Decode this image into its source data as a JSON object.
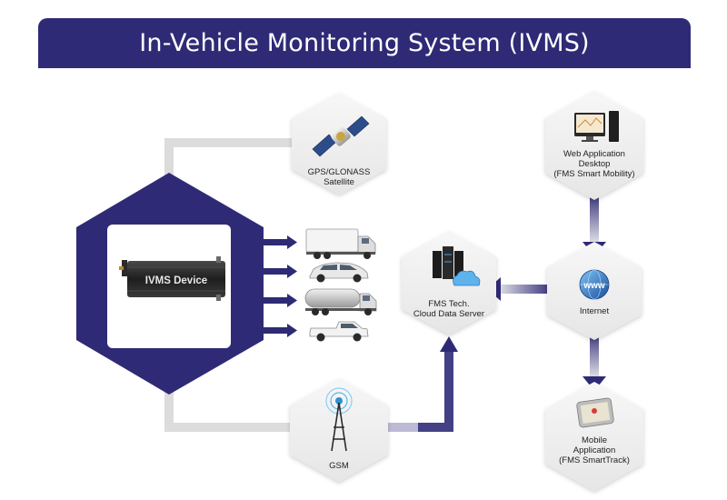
{
  "title": "In-Vehicle Monitoring System (IVMS)",
  "device_label": "IVMS Device",
  "colors": {
    "banner": "#2f2a75",
    "primary": "#2f2a75",
    "node_fill": "#eeeeee",
    "arrow_light": "#dcdcdc"
  },
  "nodes": {
    "satellite": {
      "lines": [
        "GPS/GLONASS",
        "Satellite"
      ],
      "icon": "satellite-icon"
    },
    "server": {
      "lines": [
        "FMS Tech.",
        "Cloud Data Server"
      ],
      "icon": "server-cloud-icon"
    },
    "internet": {
      "lines": [
        "Internet"
      ],
      "icon": "www-globe-icon"
    },
    "web_app": {
      "lines": [
        "Web Application",
        "Desktop",
        "(FMS Smart Mobility)"
      ],
      "icon": "desktop-computer-icon"
    },
    "mobile_app": {
      "lines": [
        "Mobile",
        "Application",
        "(FMS SmartTrack)"
      ],
      "icon": "smartphone-icon"
    },
    "gsm": {
      "lines": [
        "GSM"
      ],
      "icon": "gsm-tower-icon"
    }
  },
  "vehicles": [
    {
      "icon": "box-truck-icon"
    },
    {
      "icon": "suv-car-icon"
    },
    {
      "icon": "tanker-truck-icon"
    },
    {
      "icon": "pickup-truck-icon"
    }
  ]
}
